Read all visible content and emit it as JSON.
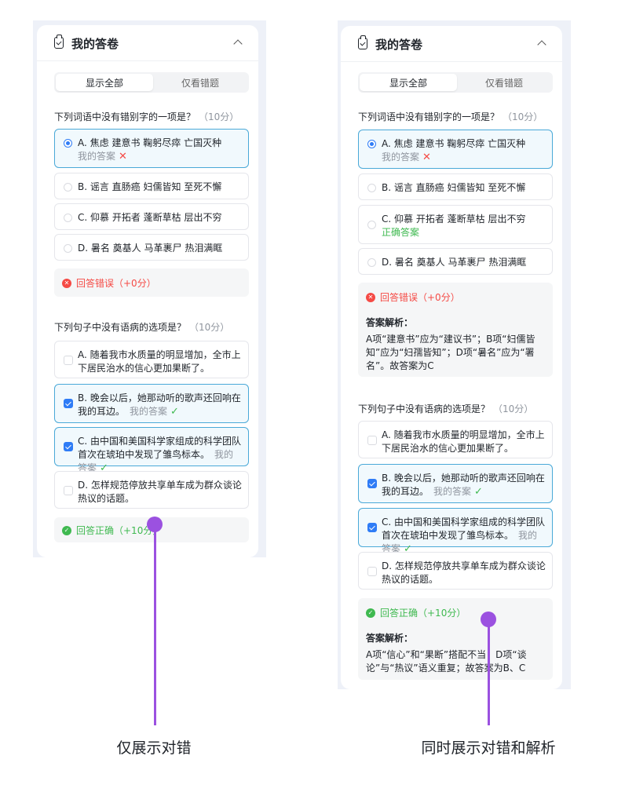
{
  "panel_title": "我的答卷",
  "filter_tabs": {
    "all": "显示全部",
    "wrong": "仅看错题"
  },
  "q1": {
    "text": "下列词语中没有错别字的一项是？",
    "points": "（10分）",
    "options": [
      "A. 焦虑  建意书  鞠躬尽瘁  亡国灭种",
      "B. 谣言  直肠癌  妇儒皆知  至死不懈",
      "C. 仰慕  开拓者  蓬断草枯  层出不穷",
      "D. 暑名  奠基人  马革裹尸  热泪满眶"
    ],
    "my_answer_label": "我的答案",
    "correct_answer_label": "正确答案",
    "result": "回答错误（+0分）",
    "analysis_title": "答案解析：",
    "analysis": "A项“建意书”应为“建议书”；B项“妇儒皆知”应为“妇孺皆知”；D项“暑名”应为“署名”。故答案为C"
  },
  "q2": {
    "text": "下列句子中没有语病的选项是？",
    "points": "（10分）",
    "options": [
      "A. 随着我市水质量的明显增加，全市上下居民治水的信心更加果断了。",
      "B. 晚会以后，她那动听的歌声还回响在我的耳边。",
      "C. 由中国和美国科学家组成的科学团队首次在琥珀中发现了雏鸟标本。",
      "D. 怎样规范停放共享单车成为群众谈论热议的话题。"
    ],
    "my_answer_label": "我的答案",
    "result": "回答正确（+10分）",
    "analysis_title": "答案解析：",
    "analysis": "A项“信心”和“果断”搭配不当；D项“谈论”与“热议”语义重复；故答案为B、C"
  },
  "captions": {
    "left": "仅展示对错",
    "right": "同时展示对错和解析"
  },
  "colors": {
    "accent": "#2f7cf6",
    "error": "#f54a45",
    "success": "#3fb950",
    "pointer": "#9b51e0"
  }
}
